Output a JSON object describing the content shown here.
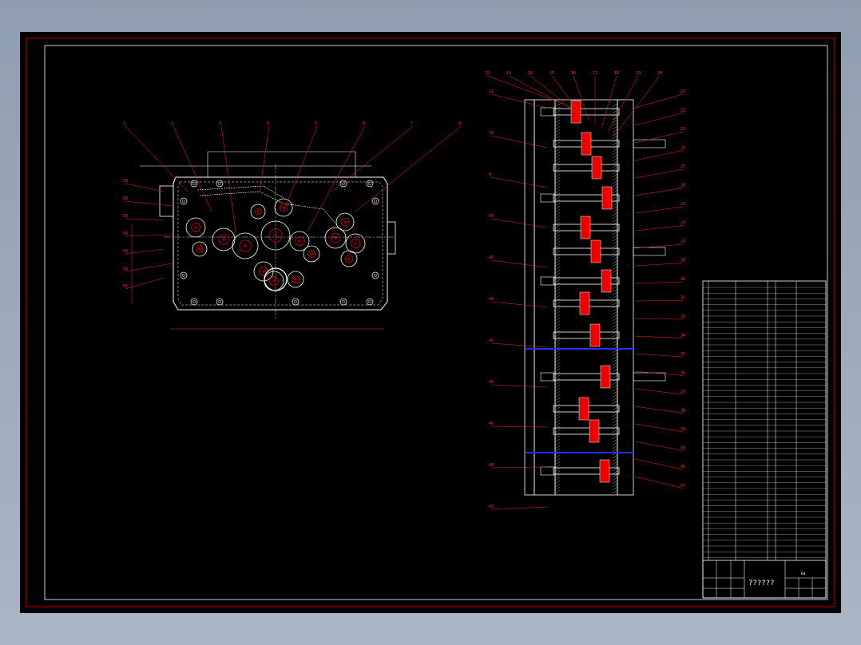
{
  "drawing": {
    "title_block": {
      "name": "??????",
      "sheet": "04"
    },
    "colors": {
      "background": "#000000",
      "frame": "#cc0000",
      "geometry": "#ffffff",
      "leader": "#ff2020",
      "section_fill": "#ee0000",
      "accent": "#2030ff"
    },
    "front_view_labels": [
      "1",
      "2",
      "3",
      "4",
      "5",
      "6",
      "7",
      "8"
    ],
    "front_left_labels": [
      "58",
      "56",
      "55",
      "54",
      "53",
      "52",
      "51"
    ],
    "section_top_labels": [
      "12",
      "13",
      "14",
      "15",
      "16",
      "17",
      "18",
      "19",
      "20"
    ],
    "section_left_labels": [
      "11",
      "10",
      "9",
      "50",
      "49",
      "48",
      "47",
      "46",
      "45",
      "44",
      "43"
    ],
    "section_right_labels": [
      "21",
      "22",
      "23",
      "24",
      "25",
      "26",
      "27",
      "28",
      "29",
      "30",
      "31",
      "32",
      "33",
      "34",
      "35",
      "36",
      "37",
      "38",
      "39",
      "40",
      "41",
      "42"
    ]
  }
}
